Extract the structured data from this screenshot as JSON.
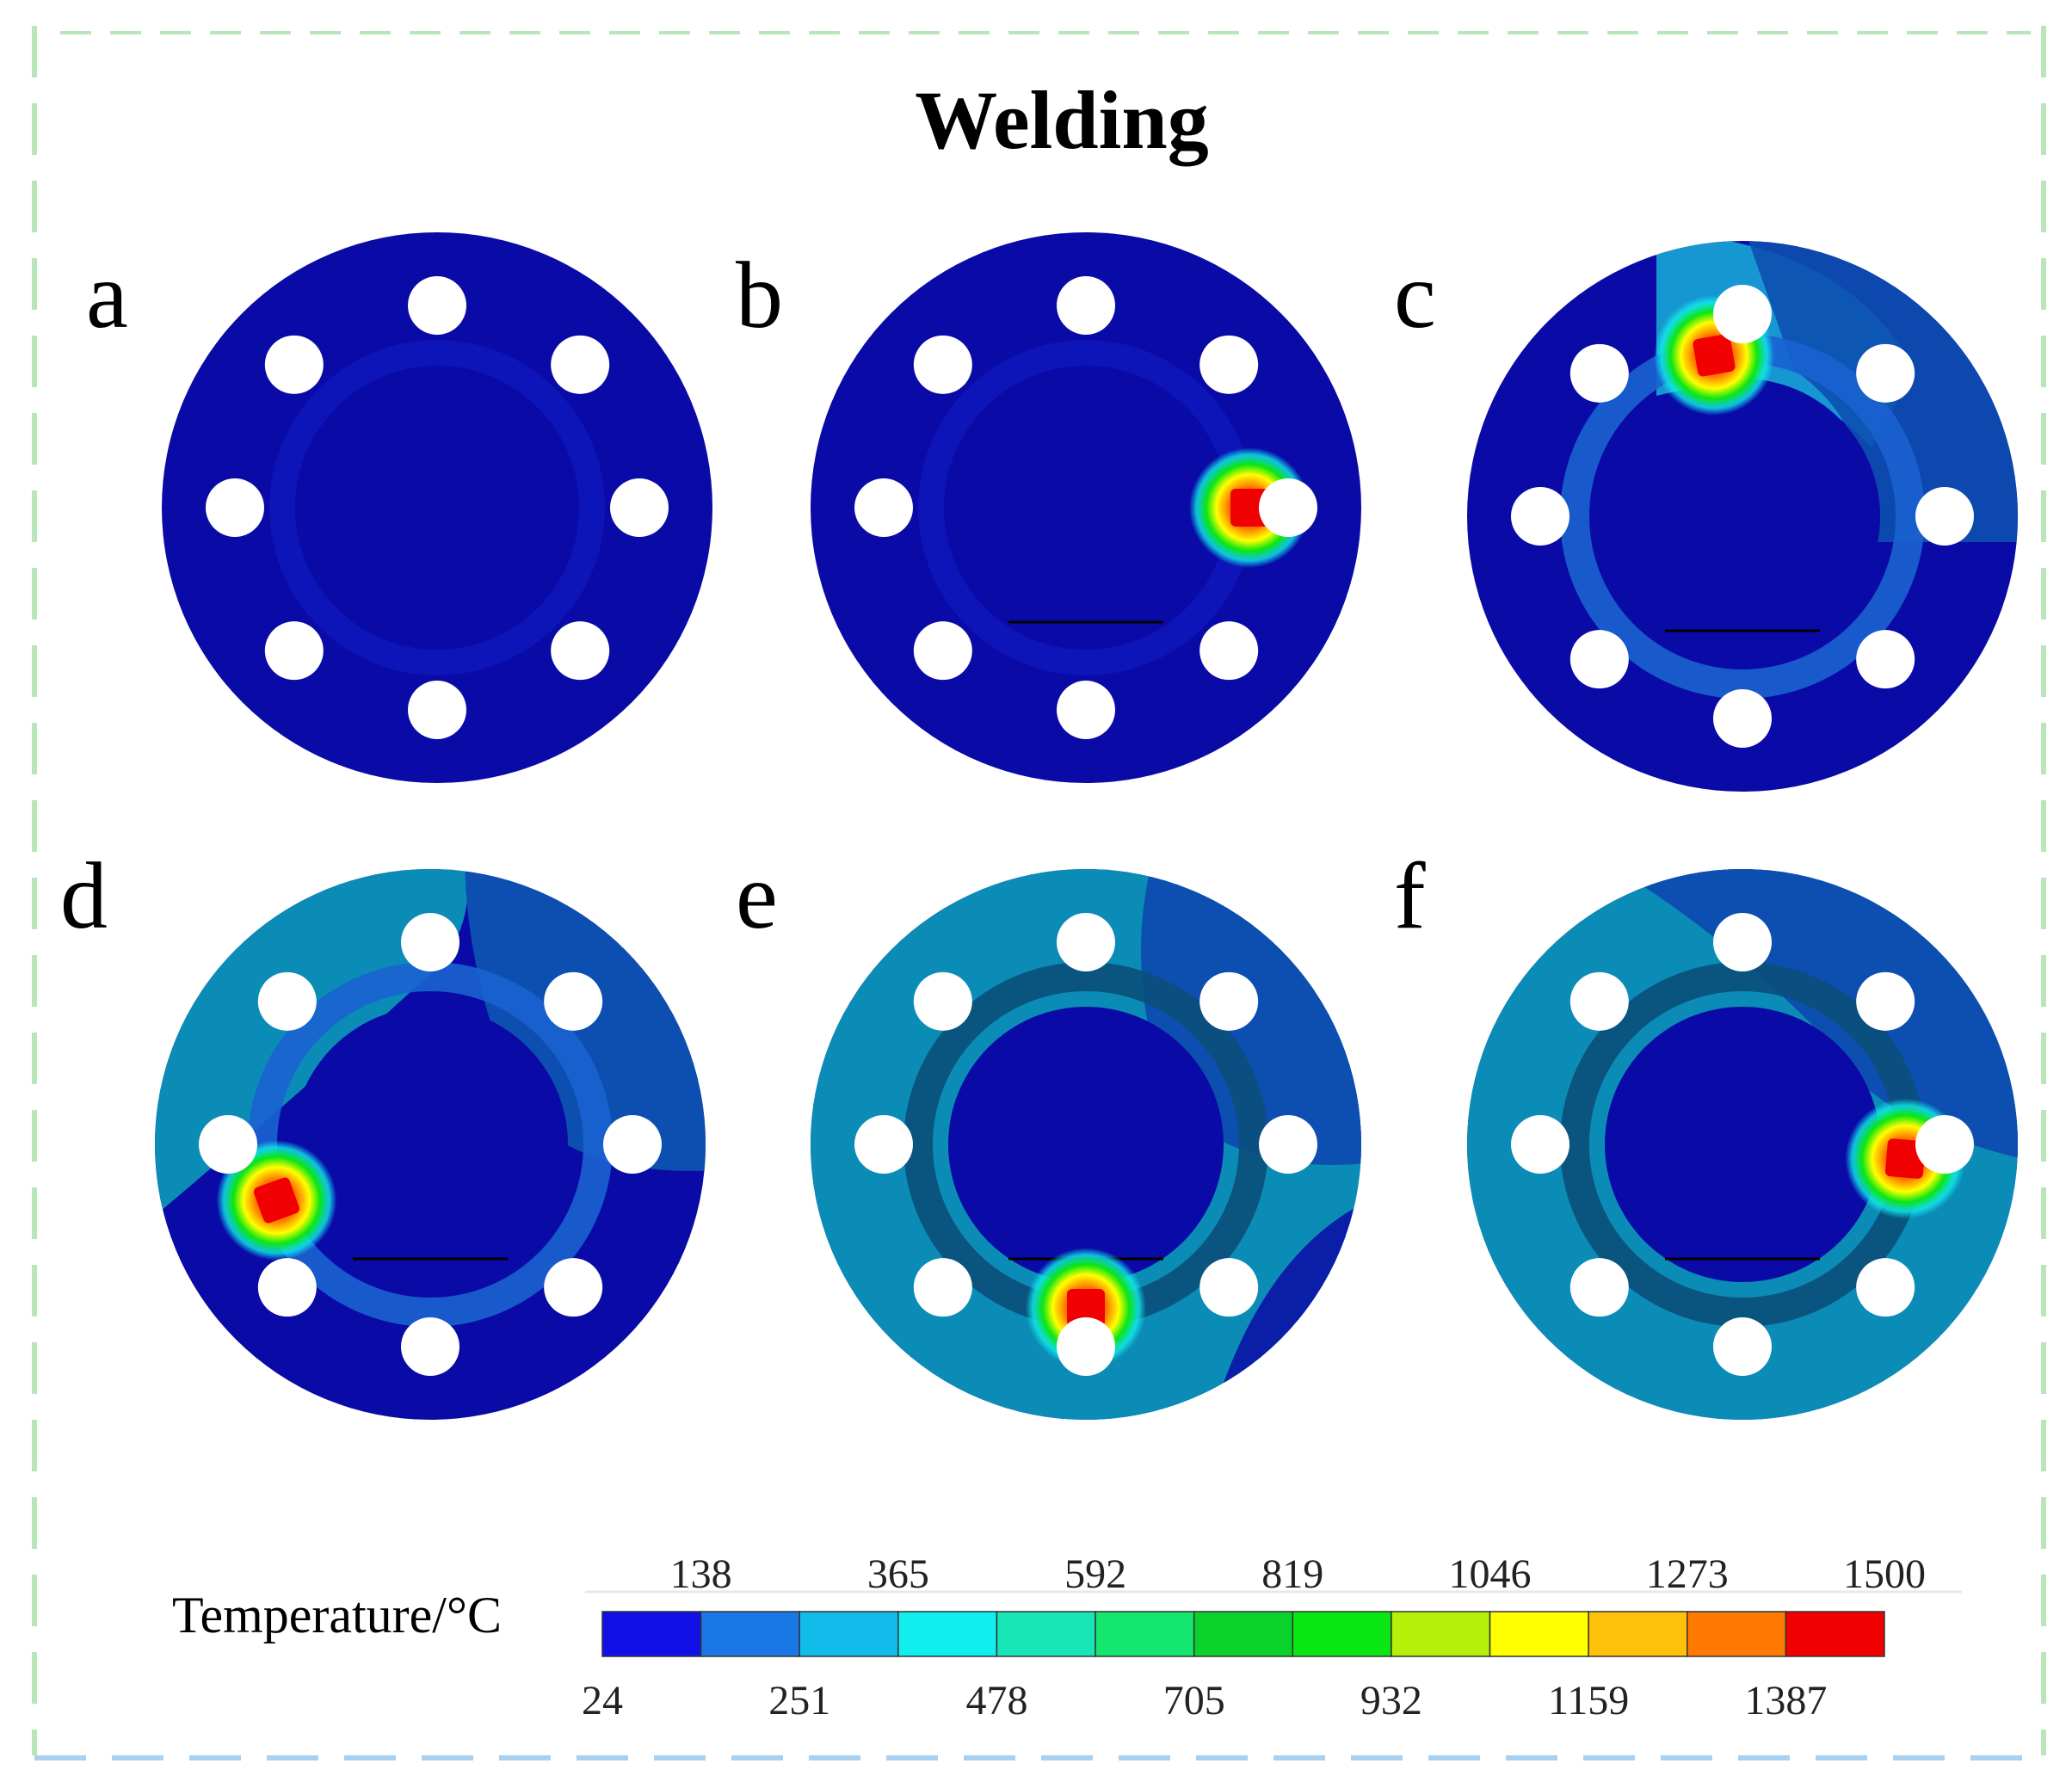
{
  "title": "Welding",
  "panels": [
    {
      "label": "a",
      "heat_source_angle_deg": null,
      "preheat": "none"
    },
    {
      "label": "b",
      "heat_source_angle_deg": 0,
      "preheat": "none"
    },
    {
      "label": "c",
      "heat_source_angle_deg": 100,
      "preheat": "top-right"
    },
    {
      "label": "d",
      "heat_source_angle_deg": 200,
      "preheat": "upper"
    },
    {
      "label": "e",
      "heat_source_angle_deg": 270,
      "preheat": "most"
    },
    {
      "label": "f",
      "heat_source_angle_deg": 355,
      "preheat": "full"
    }
  ],
  "legend": {
    "title": "Temperature/°C",
    "upper_ticks": [
      "138",
      "365",
      "592",
      "819",
      "1046",
      "1273",
      "1500"
    ],
    "lower_ticks": [
      "24",
      "251",
      "478",
      "705",
      "932",
      "1159",
      "1387"
    ],
    "colors": [
      "#1010e6",
      "#1a78e6",
      "#12bcea",
      "#10eef0",
      "#19e6b8",
      "#14e670",
      "#0ad22a",
      "#0ae612",
      "#b4f00a",
      "#ffff00",
      "#ffc20a",
      "#ff7a00",
      "#f00000"
    ]
  },
  "colors": {
    "cold": "#0a0aa6",
    "warm": "#0b8cb6",
    "mid": "#0d4fb0",
    "frame": "#b8e6b8",
    "frame_bottom": "#a8d0f0"
  }
}
